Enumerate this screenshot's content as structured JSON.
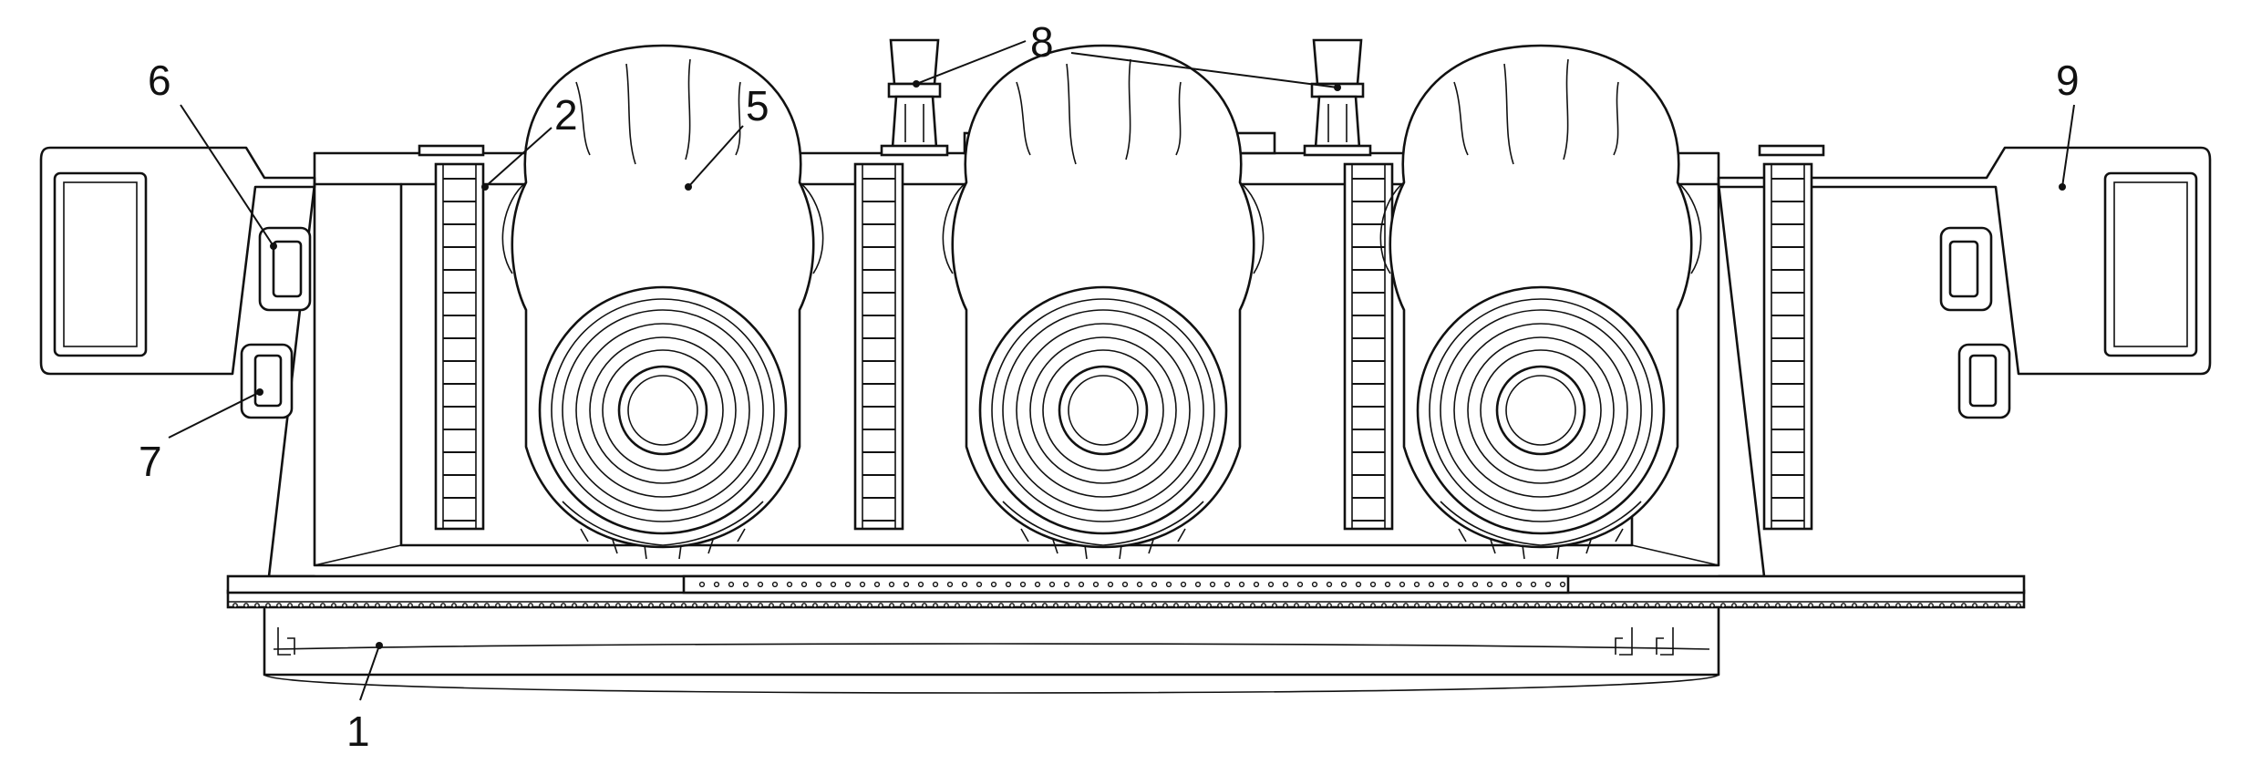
{
  "callouts": [
    {
      "id": "1",
      "label": "1"
    },
    {
      "id": "2",
      "label": "2"
    },
    {
      "id": "5",
      "label": "5"
    },
    {
      "id": "6",
      "label": "6"
    },
    {
      "id": "7",
      "label": "7"
    },
    {
      "id": "8",
      "label": "8"
    },
    {
      "id": "9",
      "label": "9"
    }
  ],
  "colors": {
    "stroke": "#111111",
    "background": "#ffffff"
  }
}
